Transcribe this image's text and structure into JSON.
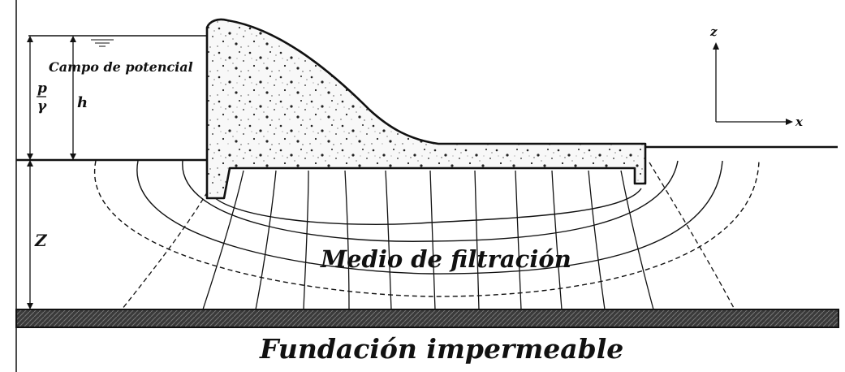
{
  "labels": {
    "potential_field": "Campo de potencial",
    "pressure_num": "p",
    "pressure_den": "γ",
    "head": "h",
    "elevation": "Z",
    "axis_z": "z",
    "axis_x": "x",
    "filtration_medium": "Medio de filtración",
    "impermeable_foundation": "Fundación impermeable"
  },
  "colors": {
    "ink": "#111111",
    "concrete_fill": "#f7f7f7",
    "base_fill": "#444444"
  }
}
